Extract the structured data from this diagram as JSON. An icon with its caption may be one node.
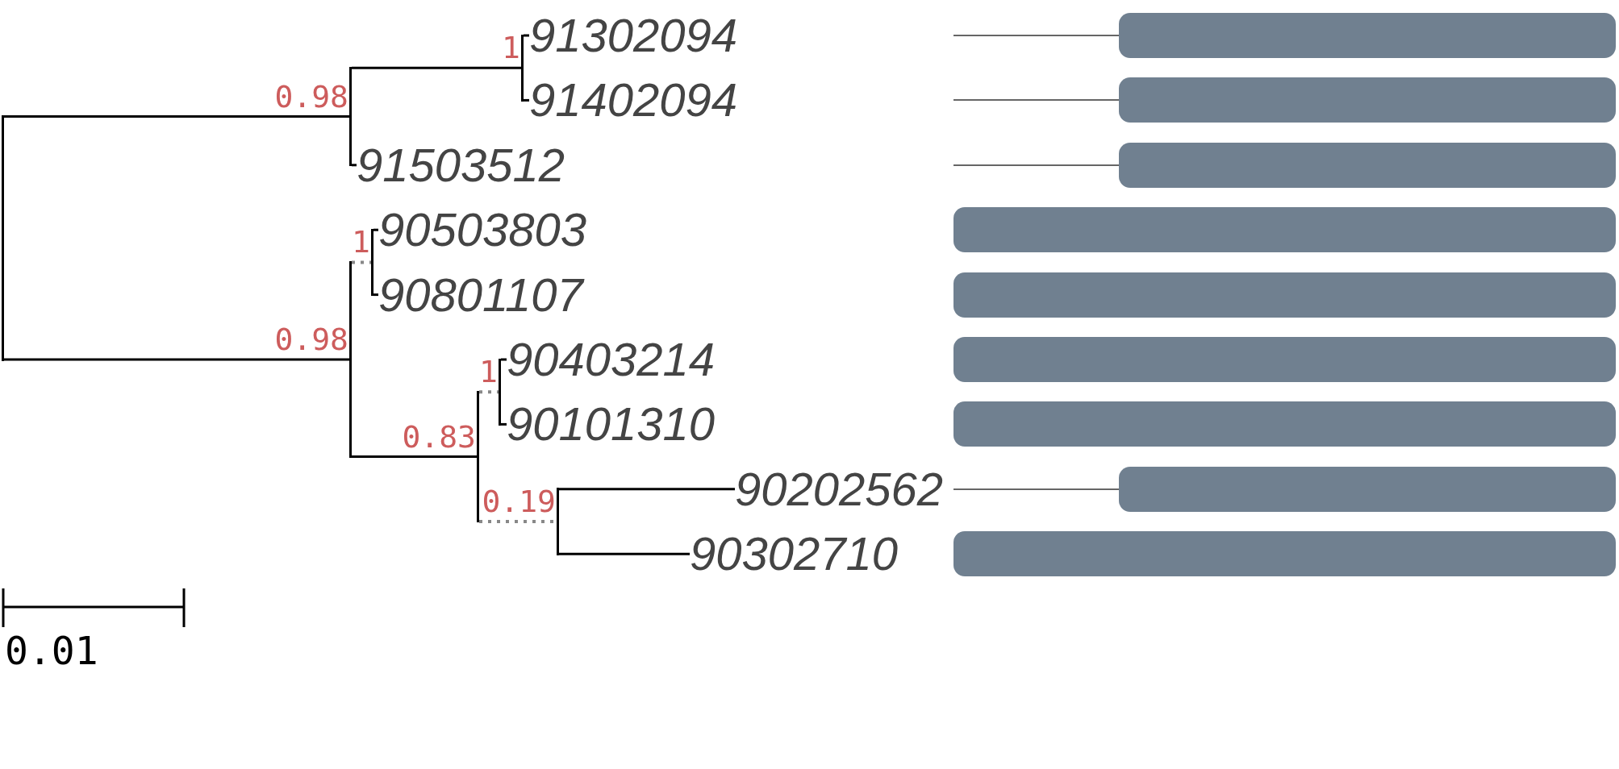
{
  "diagram": {
    "nodes": [
      {
        "text": [],
        "shape": "line"
      },
      {
        "text": [],
        "shape": "line",
        "beside": [
          "0.98"
        ]
      },
      {
        "text": [],
        "shape": "line",
        "beside": [
          "1"
        ]
      },
      {
        "text": [
          "91302094"
        ]
      },
      {
        "text": [
          "91402094"
        ]
      },
      {
        "text": [
          "91503512"
        ]
      },
      {
        "text": [],
        "shape": "line",
        "beside": [
          "0.98"
        ]
      },
      {
        "text": [],
        "shape": "line",
        "beside": [
          "1"
        ]
      },
      {
        "text": [
          "90503803"
        ]
      },
      {
        "text": [
          "90801107"
        ]
      },
      {
        "text": [],
        "shape": "line",
        "beside": [
          "0.83"
        ]
      },
      {
        "text": [],
        "shape": "line",
        "beside": [
          "1"
        ]
      },
      {
        "text": [
          "90403214"
        ]
      },
      {
        "text": [
          "90101310"
        ]
      },
      {
        "text": [],
        "shape": "line",
        "beside": [
          "0.19"
        ]
      },
      {
        "text": [
          "90202562"
        ]
      },
      {
        "text": [
          "90302710"
        ]
      },
      {
        "text": [],
        "shape": "bar"
      },
      {
        "text": [],
        "shape": "bar"
      },
      {
        "text": [],
        "shape": "bar"
      },
      {
        "text": [],
        "shape": "bar"
      },
      {
        "text": [],
        "shape": "bar"
      },
      {
        "text": [],
        "shape": "bar"
      },
      {
        "text": [],
        "shape": "bar"
      },
      {
        "text": [],
        "shape": "bar"
      },
      {
        "text": [],
        "shape": "bar"
      }
    ],
    "edges": [
      {
        "from": 0,
        "to": 1,
        "arrow": "none"
      },
      {
        "from": 0,
        "to": 6,
        "arrow": "none"
      },
      {
        "from": 1,
        "to": 2,
        "arrow": "none"
      },
      {
        "from": 1,
        "to": 5,
        "arrow": "none"
      },
      {
        "from": 2,
        "to": 3,
        "arrow": "none"
      },
      {
        "from": 2,
        "to": 4,
        "arrow": "none"
      },
      {
        "from": 6,
        "to": 7,
        "arrow": "none",
        "style": "dashed",
        "color": "#888888"
      },
      {
        "from": 6,
        "to": 10,
        "arrow": "none"
      },
      {
        "from": 7,
        "to": 8,
        "arrow": "none"
      },
      {
        "from": 7,
        "to": 9,
        "arrow": "none"
      },
      {
        "from": 10,
        "to": 11,
        "arrow": "none",
        "style": "dashed",
        "color": "#888888"
      },
      {
        "from": 10,
        "to": 14,
        "arrow": "none",
        "style": "dashed",
        "color": "#888888"
      },
      {
        "from": 11,
        "to": 12,
        "arrow": "none"
      },
      {
        "from": 11,
        "to": 13,
        "arrow": "none"
      },
      {
        "from": 14,
        "to": 15,
        "arrow": "none"
      },
      {
        "from": 14,
        "to": 16,
        "arrow": "none"
      }
    ],
    "labels": [
      "0.01"
    ]
  }
}
